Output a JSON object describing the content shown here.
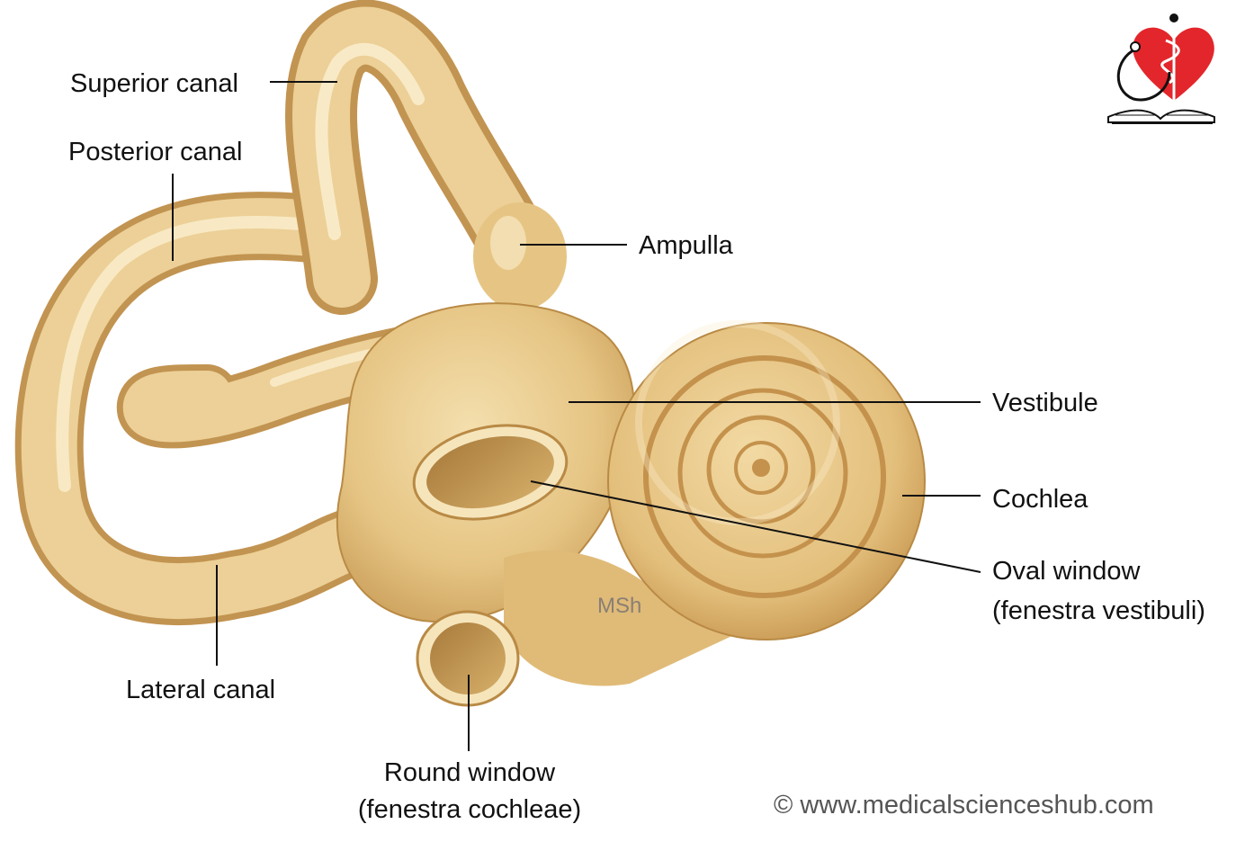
{
  "labels": {
    "superior_canal": "Superior canal",
    "posterior_canal": "Posterior canal",
    "ampulla": "Ampulla",
    "vestibule": "Vestibule",
    "cochlea": "Cochlea",
    "oval_window_1": "Oval window",
    "oval_window_2": "(fenestra vestibuli)",
    "lateral_canal": "Lateral canal",
    "round_window_1": "Round window",
    "round_window_2": "(fenestra cochleae)"
  },
  "watermark": "MSh",
  "copyright": "© www.medicalscienceshub.com",
  "colors": {
    "bone_light": "#f4dfae",
    "bone_mid": "#e6c584",
    "bone_dark": "#b98a45",
    "leader_line": "#111111",
    "logo_heart": "#e3262b"
  }
}
